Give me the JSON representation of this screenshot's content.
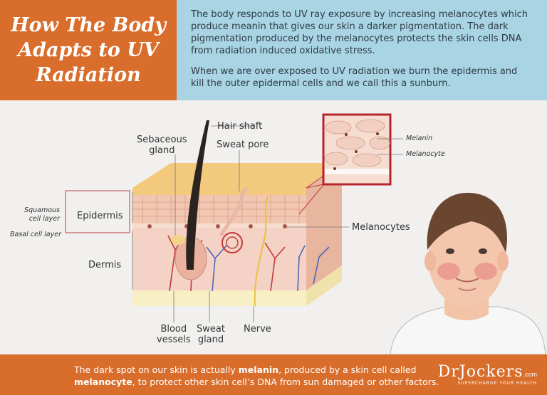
{
  "header": {
    "title": "How The Body\nAdapts to UV\nRadiation",
    "paragraph1": "The body responds to UV ray exposure by increasing melanocytes which produce meanin that gives our skin a darker pigmentation.  The dark pigmentation produced by the melanocytes protects the skin cells DNA from radiation induced oxidative stress.",
    "paragraph2": "When we are over exposed to UV radiation we burn the epidermis and kill the outer epidermal cells and we call this a sunburn."
  },
  "diagram": {
    "labels": {
      "hair_shaft": "Hair shaft",
      "sebaceous_gland": "Sebaceous\ngland",
      "sweat_pore": "Sweat pore",
      "squamous_cell_layer": "Squamous\ncell layer",
      "epidermis": "Epidermis",
      "basal_cell_layer": "Basal cell layer",
      "dermis": "Dermis",
      "blood_vessels": "Blood\nvessels",
      "sweat_gland": "Sweat\ngland",
      "nerve": "Nerve",
      "melanin": "Melanin",
      "melanocyte": "Melanocyte",
      "melanocytes": "Melanocytes"
    }
  },
  "footer": {
    "text_part1": "The dark spot on our skin is actually ",
    "text_bold1": "melanin",
    "text_part2": ", produced by a skin cell called ",
    "text_bold2": "melanocyte",
    "text_part3": ", to protect other skin cell’s DNA from sun damaged or other factors.",
    "logo_main": "DrJockers",
    "logo_com": ".com",
    "logo_tagline": "SUPERCHARGE YOUR HEALTH"
  },
  "colors": {
    "orange": "#d96d2b",
    "blue": "#a8d4e4",
    "background": "#f1f0ee",
    "zoom_border": "#b8242c"
  }
}
